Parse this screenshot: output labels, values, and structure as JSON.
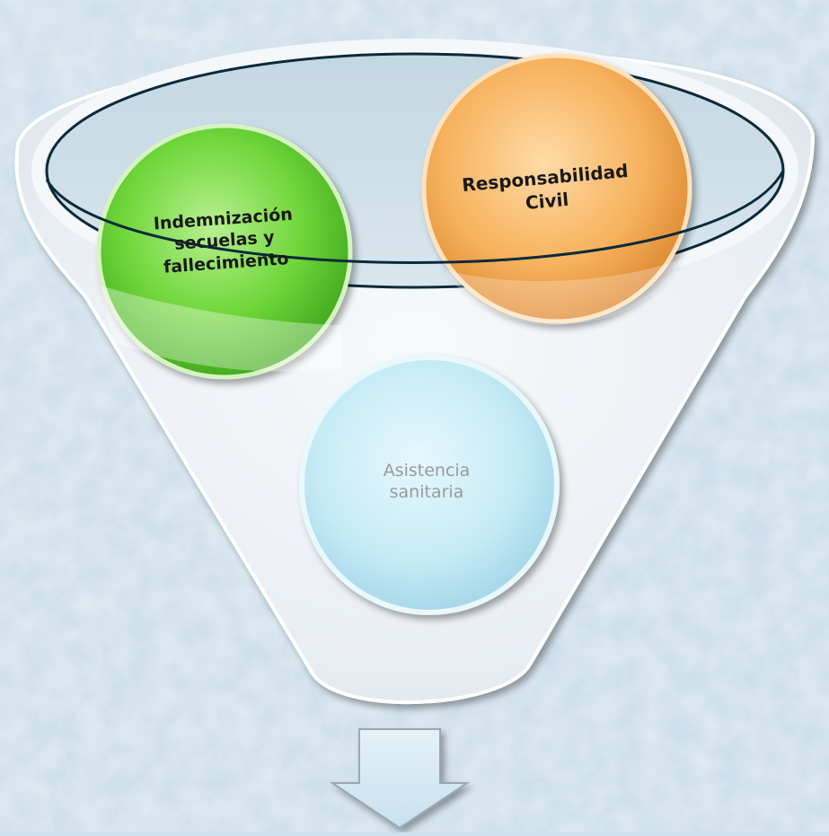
{
  "diagram": {
    "circles": [
      {
        "id": "green",
        "label": "Indemnización\nsecuelas y\nfallecimiento",
        "color": "#5fcf2e"
      },
      {
        "id": "orange",
        "label": "Responsabilidad\nCivil",
        "color": "#f0a23e"
      },
      {
        "id": "blue",
        "label": "Asistencia\nsanitaria",
        "color": "#bfe6f3"
      }
    ],
    "funnel_color": "#eef2f6",
    "arrow_color": "#d6eaf4"
  }
}
